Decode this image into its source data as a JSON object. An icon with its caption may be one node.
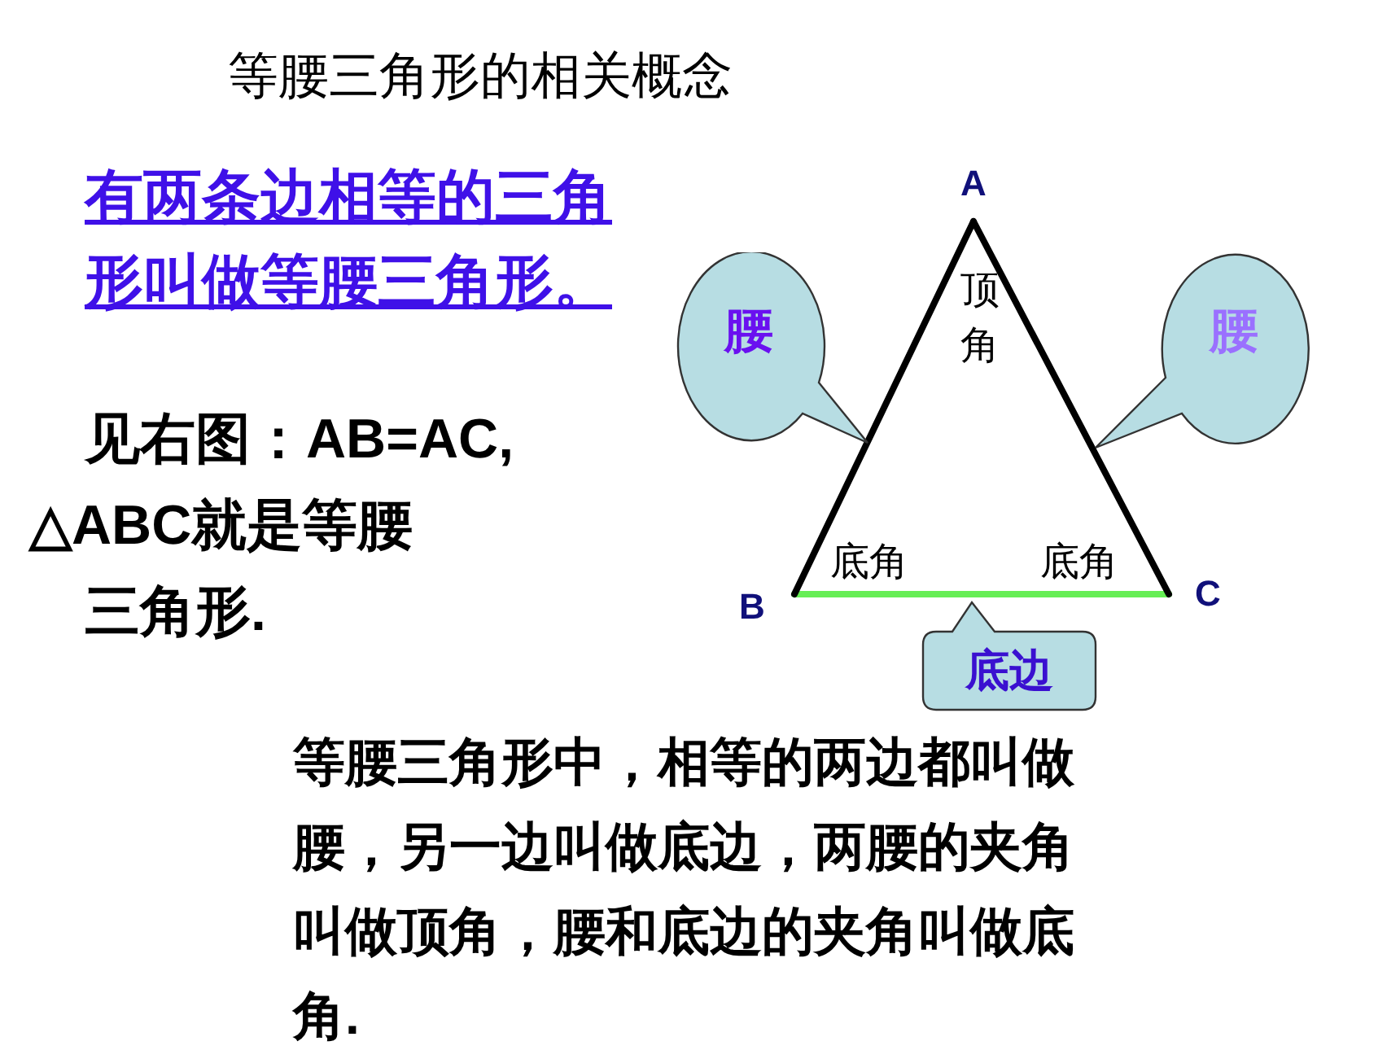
{
  "diagram": {
    "title": "等腰三角形的相关概念",
    "nodes": [
      {
        "text": [
          "腰"
        ]
      },
      {
        "text": [
          "腰"
        ]
      },
      {
        "text": [
          "底边"
        ]
      }
    ],
    "labels": [
      "有两条边相等的三角形叫做等腰三角形。",
      "见右图：AB=AC,",
      "△ABC就是等腰",
      "三角形.",
      "A",
      "B",
      "C",
      "顶角",
      "底角",
      "底角",
      "等腰三角形中，相等的两边都叫做腰，另一边叫做底边，两腰的夹角叫做顶角，腰和底边的夹角叫做底角."
    ]
  }
}
